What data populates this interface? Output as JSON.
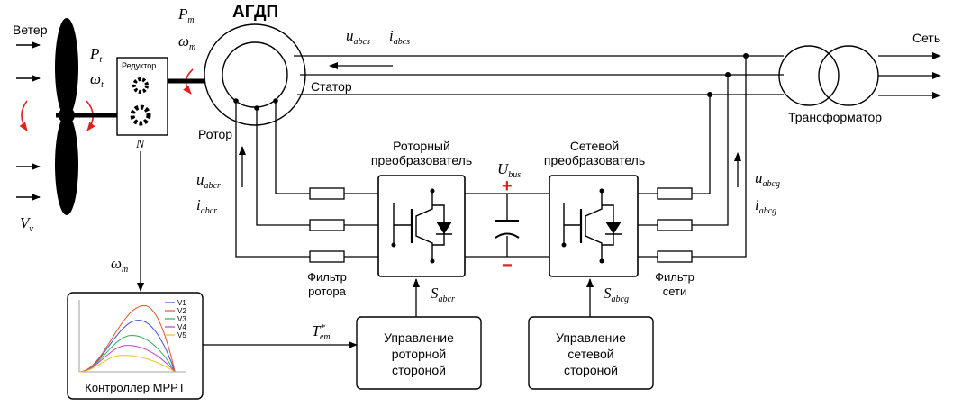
{
  "labels": {
    "wind": "Ветер",
    "pt": "P",
    "pt_sub": "t",
    "wt": "ω",
    "wt_sub": "t",
    "vv": "V",
    "vv_sub": "v",
    "gearbox": "Редуктор",
    "n": "N",
    "pm": "P",
    "pm_sub": "m",
    "wm": "ω",
    "wm_sub": "m",
    "agdp": "АГДП",
    "rotor": "Ротор",
    "stator": "Статор",
    "uabcs": "u",
    "uabcs_sub": "abcs",
    "iabcs": "i",
    "iabcs_sub": "abcs",
    "grid": "Сеть",
    "transformer": "Трансформатор",
    "uabcr": "u",
    "uabcr_sub": "abcr",
    "iabcr": "i",
    "iabcr_sub": "abcr",
    "uabcg": "u",
    "uabcg_sub": "abcg",
    "iabcg": "i",
    "iabcg_sub": "abcg",
    "rotor_converter_l1": "Роторный",
    "rotor_converter_l2": "преобразователь",
    "grid_converter_l1": "Сетевой",
    "grid_converter_l2": "преобразователь",
    "ubus": "U",
    "ubus_sub": "bus",
    "plus": "+",
    "minus": "−",
    "rotor_filter_l1": "Фильтр",
    "rotor_filter_l2": "ротора",
    "grid_filter_l1": "Фильтр",
    "grid_filter_l2": "сети",
    "sabcr": "S",
    "sabcr_sub": "abcr",
    "sabcg": "S",
    "sabcg_sub": "abcg",
    "wm2": "ω",
    "wm2_sub": "m",
    "tem": "T",
    "tem_sup": "*",
    "tem_sub": "em",
    "rotor_ctrl_l1": "Управление",
    "rotor_ctrl_l2": "роторной",
    "rotor_ctrl_l3": "стороной",
    "grid_ctrl_l1": "Управление",
    "grid_ctrl_l2": "сетевой",
    "grid_ctrl_l3": "стороной",
    "mppt": "Контроллер MPPT"
  },
  "mppt_plot": {
    "legend": [
      "V1",
      "V2",
      "V3",
      "V4",
      "V5"
    ],
    "colors": [
      "#3b4fd8",
      "#e0552a",
      "#2fae5a",
      "#c03fc0",
      "#e8c020"
    ],
    "peaks": [
      0.78,
      1.0,
      0.55,
      0.4,
      0.25
    ],
    "peak_x": [
      0.62,
      0.68,
      0.55,
      0.5,
      0.45
    ]
  }
}
